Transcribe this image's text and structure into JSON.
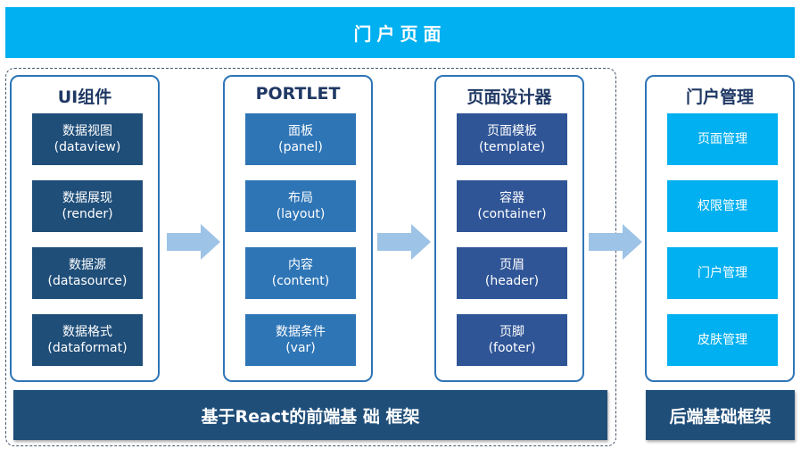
{
  "header": {
    "title": "门户页面"
  },
  "columns": [
    {
      "title": "UI组件",
      "items": [
        {
          "line1": "数据视图",
          "line2": "(dataview)"
        },
        {
          "line1": "数据展现",
          "line2": "(render)"
        },
        {
          "line1": "数据源",
          "line2": "(datasource)"
        },
        {
          "line1": "数据格式",
          "line2": "(dataformat)"
        }
      ]
    },
    {
      "title": "PORTLET",
      "items": [
        {
          "line1": "面板",
          "line2": "(panel)"
        },
        {
          "line1": "布局",
          "line2": "(layout)"
        },
        {
          "line1": "内容",
          "line2": "(content)"
        },
        {
          "line1": "数据条件",
          "line2": "(var)"
        }
      ]
    },
    {
      "title": "页面设计器",
      "items": [
        {
          "line1": "页面模板",
          "line2": "(template)"
        },
        {
          "line1": "容器",
          "line2": "(container)"
        },
        {
          "line1": "页眉",
          "line2": "(header)"
        },
        {
          "line1": "页脚",
          "line2": "(footer)"
        }
      ]
    },
    {
      "title": "门户管理",
      "items": [
        {
          "line1": "页面管理"
        },
        {
          "line1": "权限管理"
        },
        {
          "line1": "门户管理"
        },
        {
          "line1": "皮肤管理"
        }
      ]
    }
  ],
  "footer": {
    "frontend_label": "基于React的前端基 础 框架",
    "backend_label": "后端基础框架"
  },
  "colors": {
    "header_bg": "#00b0f0",
    "col1_box": "#1f4e79",
    "col2_box": "#2e75b6",
    "col3_box": "#2f5597",
    "col4_box": "#00b0f0",
    "arrow": "#9dc3e6",
    "footer_bg": "#1f4e79"
  }
}
